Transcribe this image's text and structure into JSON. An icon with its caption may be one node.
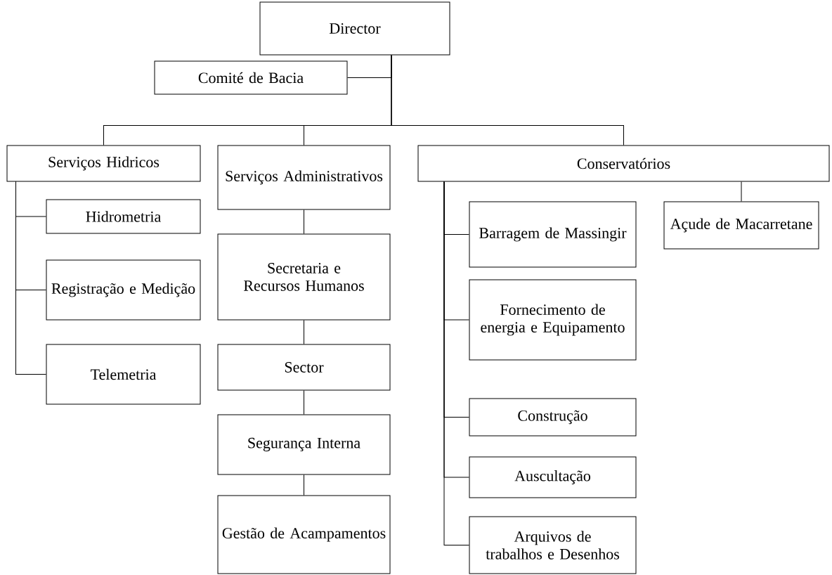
{
  "diagram": {
    "nodes": [
      {
        "text": [
          "Director"
        ]
      },
      {
        "text": [
          "Comité de Bacia"
        ]
      },
      {
        "text": [
          "Serviços Hidricos"
        ]
      },
      {
        "text": [
          "Hidrometria"
        ]
      },
      {
        "text": [
          "Registração e Medição"
        ]
      },
      {
        "text": [
          "Telemetria"
        ]
      },
      {
        "text": [
          "Serviços Administrativos"
        ]
      },
      {
        "text": [
          "Secretaria e Recursos Humanos"
        ]
      },
      {
        "text": [
          "Sector"
        ]
      },
      {
        "text": [
          "Segurança Interna"
        ]
      },
      {
        "text": [
          "Gestão de Acampamentos"
        ]
      },
      {
        "text": [
          "Conservatórios"
        ]
      },
      {
        "text": [
          "Açude de Macarretane"
        ]
      },
      {
        "text": [
          "Barragem de Massingir"
        ]
      },
      {
        "text": [
          "Fornecimento de energia e Equipamento"
        ]
      },
      {
        "text": [
          "Construção"
        ]
      },
      {
        "text": [
          "Auscultação"
        ]
      },
      {
        "text": [
          "Arquivos de trabalhos e Desenhos"
        ]
      }
    ],
    "edges": [
      {
        "from": 0,
        "to": 1,
        "arrow": "none"
      },
      {
        "from": 0,
        "to": 2,
        "arrow": "none"
      },
      {
        "from": 0,
        "to": 6,
        "arrow": "none"
      },
      {
        "from": 0,
        "to": 11,
        "arrow": "none"
      },
      {
        "from": 2,
        "to": 3,
        "arrow": "none"
      },
      {
        "from": 2,
        "to": 4,
        "arrow": "none"
      },
      {
        "from": 2,
        "to": 5,
        "arrow": "none"
      },
      {
        "from": 6,
        "to": 7,
        "arrow": "none"
      },
      {
        "from": 7,
        "to": 8,
        "arrow": "none"
      },
      {
        "from": 8,
        "to": 9,
        "arrow": "none"
      },
      {
        "from": 9,
        "to": 10,
        "arrow": "none"
      },
      {
        "from": 11,
        "to": 12,
        "arrow": "none"
      },
      {
        "from": 11,
        "to": 13,
        "arrow": "none"
      },
      {
        "from": 11,
        "to": 14,
        "arrow": "none"
      },
      {
        "from": 11,
        "to": 15,
        "arrow": "none"
      },
      {
        "from": 11,
        "to": 16,
        "arrow": "none"
      },
      {
        "from": 11,
        "to": 17,
        "arrow": "none"
      }
    ]
  }
}
